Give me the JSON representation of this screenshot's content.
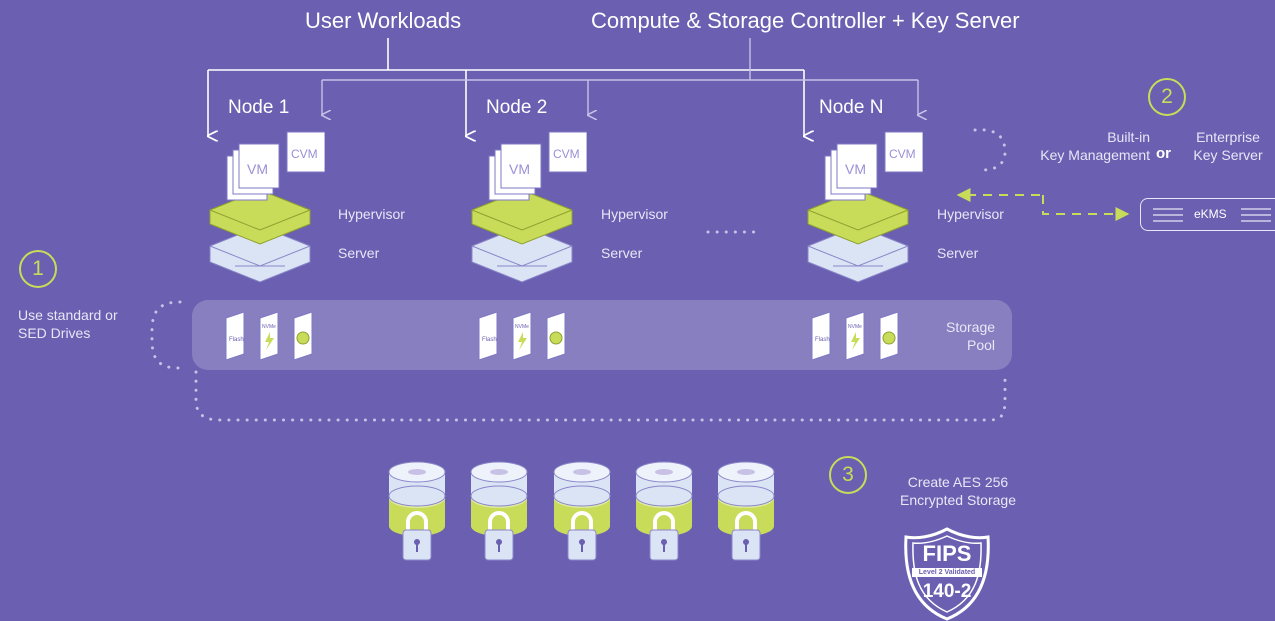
{
  "header": {
    "user_workloads": "User Workloads",
    "controller": "Compute & Storage Controller + Key Server"
  },
  "nodes": [
    {
      "label": "Node 1",
      "hypervisor": "Hypervisor",
      "server": "Server",
      "vm": "VM",
      "cvm": "CVM"
    },
    {
      "label": "Node 2",
      "hypervisor": "Hypervisor",
      "server": "Server",
      "vm": "VM",
      "cvm": "CVM"
    },
    {
      "label": "Node N",
      "hypervisor": "Hypervisor",
      "server": "Server",
      "vm": "VM",
      "cvm": "CVM"
    }
  ],
  "drives": {
    "flash": "Flash",
    "nvme": "NVMe"
  },
  "storage_pool": {
    "line1": "Storage",
    "line2": "Pool"
  },
  "steps": [
    {
      "number": "1",
      "lines": [
        "Use standard or",
        "SED Drives"
      ]
    },
    {
      "number": "2",
      "builtin": [
        "Built-in",
        "Key Management"
      ],
      "or": "or",
      "enterprise": [
        "Enterprise",
        "Key Server"
      ]
    },
    {
      "number": "3",
      "lines": [
        "Create AES 256",
        "Encrypted Storage"
      ]
    }
  ],
  "ekms": {
    "label": "eKMS"
  },
  "fips": {
    "title": "FIPS",
    "level": "Level 2 Validated",
    "number": "140-2"
  },
  "colors": {
    "background": "#6a5fb0",
    "accent": "#c9dc5a",
    "line": "#e9e6f7"
  },
  "icons": [
    "hypervisor-icon",
    "server-icon",
    "vm-icon",
    "cvm-icon",
    "flash-drive-icon",
    "nvme-drive-icon",
    "sed-drive-icon",
    "encrypted-disk-icon",
    "padlock-icon",
    "fips-shield-icon",
    "ekms-server-icon"
  ]
}
